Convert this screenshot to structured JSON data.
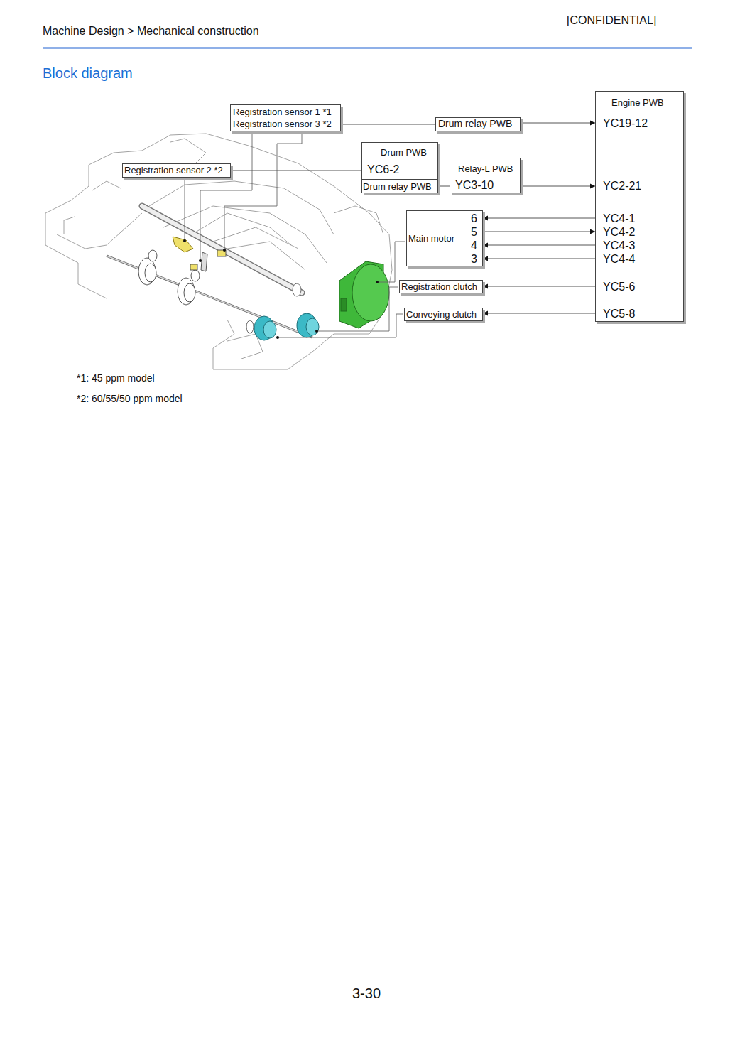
{
  "diagram": {
    "title": "Block diagram",
    "nodes": [
      {
        "text": [
          "Engine PWB",
          "YC19-12",
          "YC2-21",
          "YC4-1",
          "YC4-2",
          "YC4-3",
          "YC4-4",
          "YC5-6",
          "YC5-8"
        ]
      },
      {
        "text": [
          "Registration sensor 1 *1",
          "Registration sensor 3 *2"
        ]
      },
      {
        "text": [
          "Drum relay PWB"
        ]
      },
      {
        "text": [
          "Drum PWB",
          "YC6-2"
        ]
      },
      {
        "text": [
          "Drum relay PWB"
        ],
        "in": 3
      },
      {
        "text": [
          "Relay-L PWB",
          "YC3-10"
        ]
      },
      {
        "text": [
          "Registration sensor 2 *2"
        ]
      },
      {
        "text": [
          "Main motor",
          "6",
          "5",
          "4",
          "3"
        ]
      },
      {
        "text": [
          "Registration clutch"
        ]
      },
      {
        "text": [
          "Conveying clutch"
        ]
      }
    ],
    "edges": [
      {
        "from": 1,
        "to": 2,
        "arrow": "none"
      },
      {
        "from": 2,
        "to": 0,
        "arrow": "to"
      },
      {
        "from": 6,
        "to": 3,
        "arrow": "none"
      },
      {
        "from": 4,
        "to": 5,
        "arrow": "none"
      },
      {
        "from": 5,
        "to": 0,
        "arrow": "to"
      },
      {
        "from": 0,
        "to": 7,
        "arrow": "to"
      },
      {
        "from": 7,
        "to": 0,
        "arrow": "to"
      },
      {
        "from": 0,
        "to": 7,
        "arrow": "to"
      },
      {
        "from": 0,
        "to": 7,
        "arrow": "to"
      },
      {
        "from": 0,
        "to": 8,
        "arrow": "to"
      },
      {
        "from": 0,
        "to": 9,
        "arrow": "to"
      }
    ],
    "labels": [
      "Machine Design > Mechanical construction",
      "[CONFIDENTIAL]",
      "*1: 45 ppm model",
      "*2: 60/55/50 ppm model",
      "3-30"
    ]
  }
}
